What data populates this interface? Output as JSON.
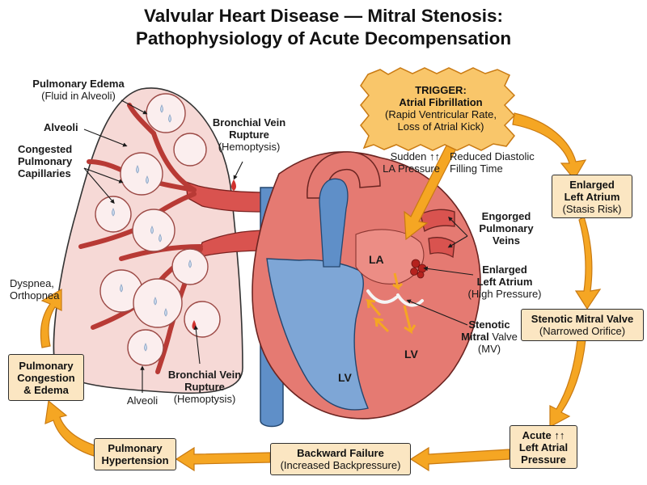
{
  "title": {
    "line1": "Valvular Heart Disease — Mitral Stenosis:",
    "line2": "Pathophysiology of Acute Decompensation"
  },
  "trigger": {
    "heading": "TRIGGER:",
    "name": "Atrial Fibrillation",
    "detail1": "(Rapid Ventricular Rate,",
    "detail2": "Loss of Atrial Kick)"
  },
  "trigger_effects": {
    "left": [
      "Sudden ↑↑",
      "LA Pressure"
    ],
    "right": [
      "Reduced Diastolic",
      "Filling Time"
    ]
  },
  "cycle": {
    "enlarged_la": {
      "title": [
        "Enlarged",
        "Left Atrium"
      ],
      "sub": "(Stasis Risk)"
    },
    "stenotic_mv": {
      "title": "Stenotic Mitral Valve",
      "sub": "(Narrowed Orifice)"
    },
    "acute_la_pressure": {
      "title": [
        "Acute ↑↑",
        "Left Atrial",
        "Pressure"
      ]
    },
    "backward_failure": {
      "title": "Backward Failure",
      "sub": "(Increased Backpressure)"
    },
    "pulm_htn": {
      "title": [
        "Pulmonary",
        "Hypertension"
      ]
    },
    "pulm_congestion": {
      "title": [
        "Pulmonary",
        "Congestion",
        "& Edema"
      ]
    }
  },
  "symptom": [
    "Dyspnea,",
    "Orthopnea"
  ],
  "lung_labels": {
    "edema": {
      "title": "Pulmonary Edema",
      "sub": "(Fluid in Alveoli)"
    },
    "alveoli_top": "Alveoli",
    "capillaries": [
      "Congested",
      "Pulmonary",
      "Capillaries"
    ],
    "bronchial_top": {
      "title": [
        "Bronchial Vein",
        "Rupture"
      ],
      "sub": "(Hemoptysis)"
    },
    "bronchial_bottom": {
      "title": [
        "Bronchial Vein",
        "Rupture"
      ],
      "sub": "(Hemoptysis)"
    },
    "alveoli_bottom": "Alveoli"
  },
  "heart_labels": {
    "la": "LA",
    "lv_right": "LV",
    "lv_bottom": "LV",
    "engorged_veins": [
      "Engorged",
      "Pulmonary",
      "Veins"
    ],
    "enlarged_la": {
      "title": [
        "Enlarged",
        "Left Atrium"
      ],
      "sub": "(High Pressure)"
    },
    "stenotic_mv": {
      "title_line1": "Stenotic",
      "title_bold": "Mitral",
      "title_normal": " Valve",
      "sub": "(MV)"
    }
  },
  "colors": {
    "arrow_fill": "#f5a623",
    "arrow_stroke": "#c97a12",
    "box_fill": "#fbe6c2",
    "trigger_fill": "#f9c66a",
    "heart_red": "#e57a72",
    "heart_blue": "#5f8fc8",
    "lung_fill": "#f6d9d6"
  }
}
